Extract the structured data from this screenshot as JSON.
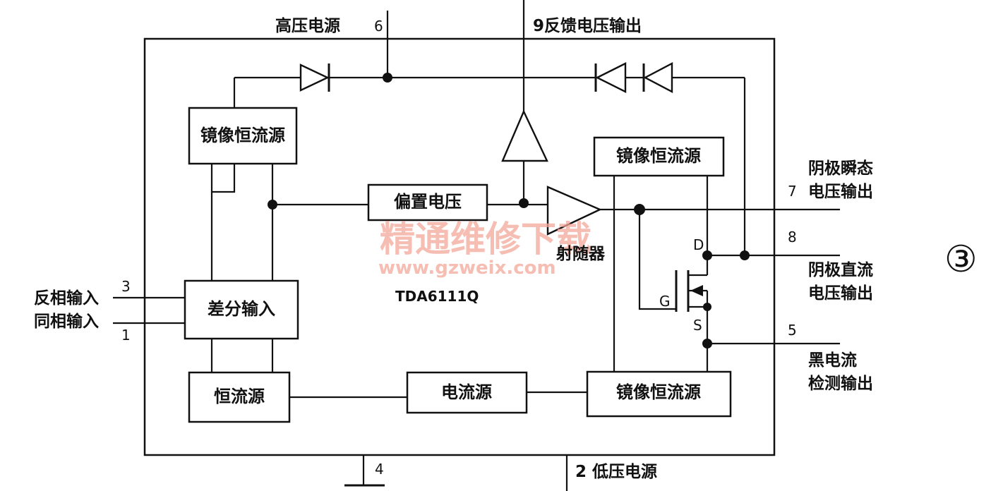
{
  "chip": "TDA6111Q",
  "blocks": {
    "mirror_top_left": "镜像恒流源",
    "mirror_top_right": "镜像恒流源",
    "mirror_bottom": "镜像恒流源",
    "bias": "偏置电压",
    "diff_input": "差分输入",
    "const_current": "恒流源",
    "current_source": "电流源"
  },
  "labels": {
    "emitter_follower": "射随器",
    "high_voltage_supply": "高压电源",
    "feedback_output": "9反馈电压输出",
    "low_voltage_supply": "2 低压电源",
    "inverting_input": "反相输入",
    "noninverting_input": "同相输入",
    "cathode_transient_1": "阴极瞬态",
    "cathode_transient_2": "电压输出",
    "cathode_dc_1": "阴极直流",
    "cathode_dc_2": "电压输出",
    "black_current_1": "黑电流",
    "black_current_2": "检测输出",
    "gate": "G",
    "drain": "D",
    "source": "S",
    "figure_number": "③"
  },
  "pins": {
    "p6": "6",
    "p3": "3",
    "p1": "1",
    "p7": "7",
    "p8": "8",
    "p5": "5",
    "p4": "4"
  },
  "watermark": {
    "text": "精通维修下载",
    "url": "www.gzweix.com"
  }
}
